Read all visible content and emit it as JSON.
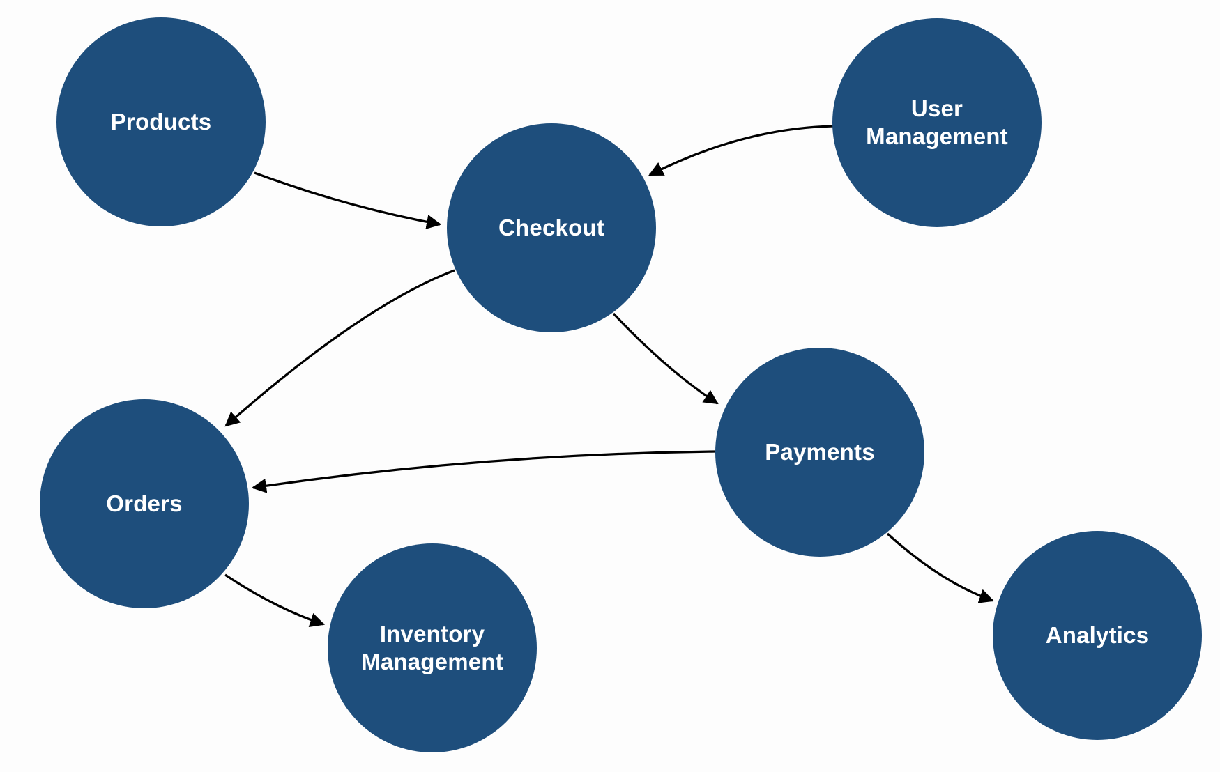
{
  "diagram": {
    "colors": {
      "node_fill": "#1e4e7c",
      "node_text": "#ffffff",
      "edge_stroke": "#000000",
      "background": "#fdfdfd"
    },
    "nodes": [
      {
        "id": "products",
        "label": "Products"
      },
      {
        "id": "user-management",
        "label": "User Management"
      },
      {
        "id": "checkout",
        "label": "Checkout"
      },
      {
        "id": "payments",
        "label": "Payments"
      },
      {
        "id": "orders",
        "label": "Orders"
      },
      {
        "id": "inventory-management",
        "label": "Inventory Management"
      },
      {
        "id": "analytics",
        "label": "Analytics"
      }
    ],
    "edges": [
      {
        "from": "Products",
        "to": "Checkout"
      },
      {
        "from": "User Management",
        "to": "Checkout"
      },
      {
        "from": "Checkout",
        "to": "Payments"
      },
      {
        "from": "Checkout",
        "to": "Orders"
      },
      {
        "from": "Payments",
        "to": "Orders"
      },
      {
        "from": "Orders",
        "to": "Inventory Management"
      },
      {
        "from": "Payments",
        "to": "Analytics"
      }
    ]
  }
}
